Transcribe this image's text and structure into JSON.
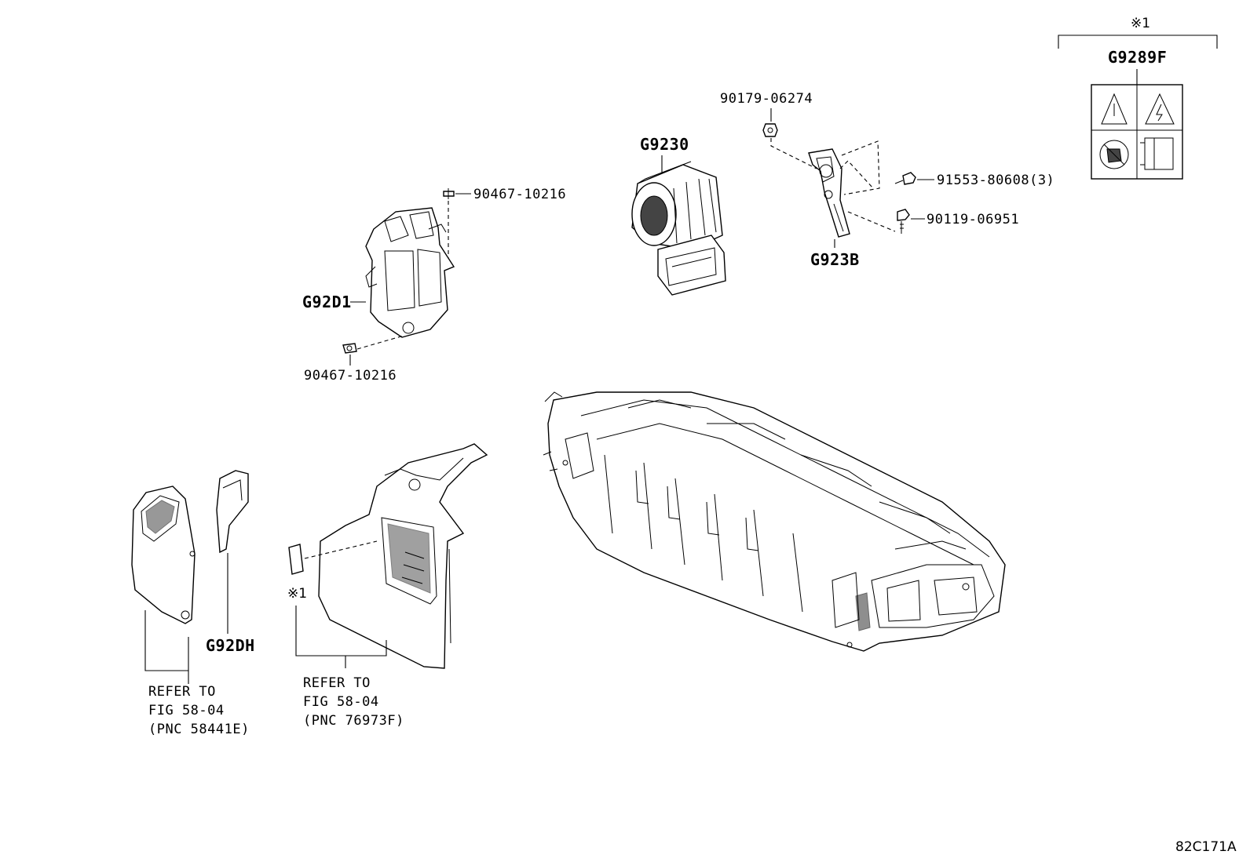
{
  "labels": {
    "g9289f": "G9289F",
    "note1_top": "※1",
    "note1_left": "※1",
    "p90179": "90179-06274",
    "g9230": "G9230",
    "p91553": "91553-80608(3)",
    "p90119": "90119-06951",
    "g923b": "G923B",
    "p90467_top": "90467-10216",
    "g92d1": "G92D1",
    "p90467_bot": "90467-10216",
    "g92dh": "G92DH",
    "ref1_line1": "REFER TO",
    "ref1_line2": "FIG 58-04",
    "ref1_line3": "(PNC 58441E)",
    "ref2_line1": "REFER TO",
    "ref2_line2": "FIG 58-04",
    "ref2_line3": "(PNC 76973F)",
    "figure_id": "82C171A"
  }
}
